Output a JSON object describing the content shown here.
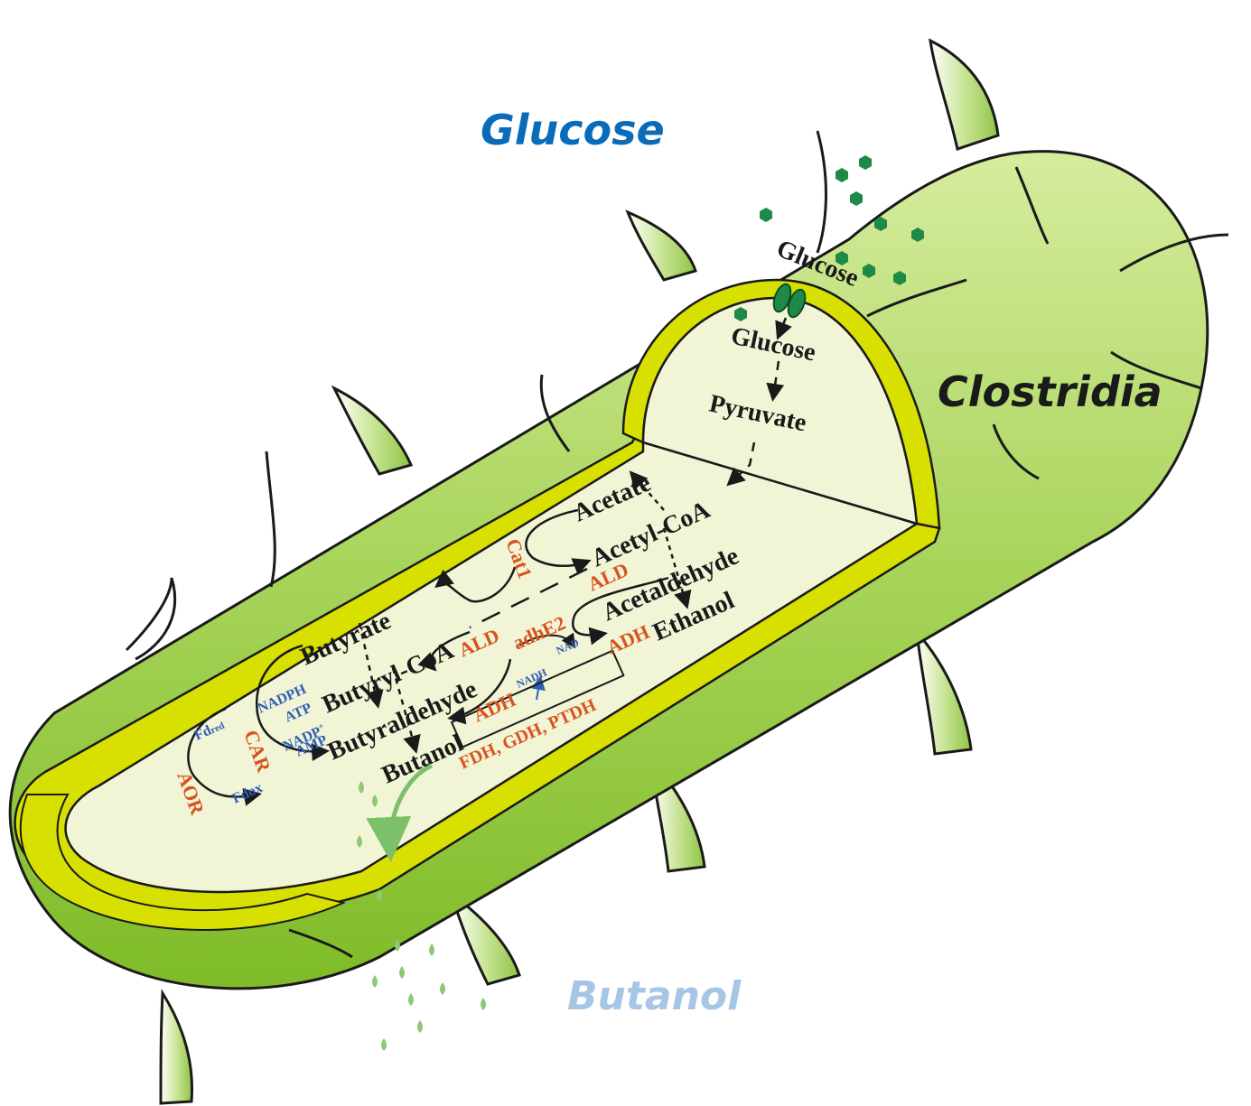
{
  "labels": {
    "outside_glucose": "Glucose",
    "organism": "Clostridia",
    "outside_butanol": "Butanol"
  },
  "metabolites": {
    "glucose_membrane": "Glucose",
    "glucose_inside": "Glucose",
    "pyruvate": "Pyruvate",
    "acetate": "Acetate",
    "acetyl_coa": "Acetyl-CoA",
    "acetaldehyde": "Acetaldehyde",
    "ethanol": "Ethanol",
    "butyrate": "Butyrate",
    "butyryl_coa": "Butyryl-CoA",
    "butyraldehyde": "Butyraldehyde",
    "butanol": "Butanol"
  },
  "enzymes": {
    "cat1": "Cat1",
    "ald_top": "ALD",
    "ald_mid": "ALD",
    "adhe2": "adhE2",
    "adh_ethanol": "ADH",
    "adh_butanol": "ADH",
    "car": "CAR",
    "aor": "AOR",
    "boxed": "FDH, GDH, PTDH"
  },
  "cofactors": {
    "nadph": "NADPH",
    "atp": "ATP",
    "nadp": "NADP",
    "nadp_sup": "+",
    "amp": "AMP",
    "fd_red": "Fd",
    "fd_red_sub": "red",
    "fdox": "Fdox",
    "nadh": "NADH",
    "nad": "NAD"
  },
  "colors": {
    "cell_green": "#8dc63f",
    "cell_light": "#c6e28a",
    "membrane": "#d7e000",
    "cytoplasm": "#f1f5d6",
    "glucose_blue": "#0a6cb8",
    "butanol_blue": "#a7c6e6",
    "enzyme_orange": "#d9531e",
    "cofactor_blue": "#2f5fb3",
    "glucose_molecule": "#1d8a47"
  }
}
